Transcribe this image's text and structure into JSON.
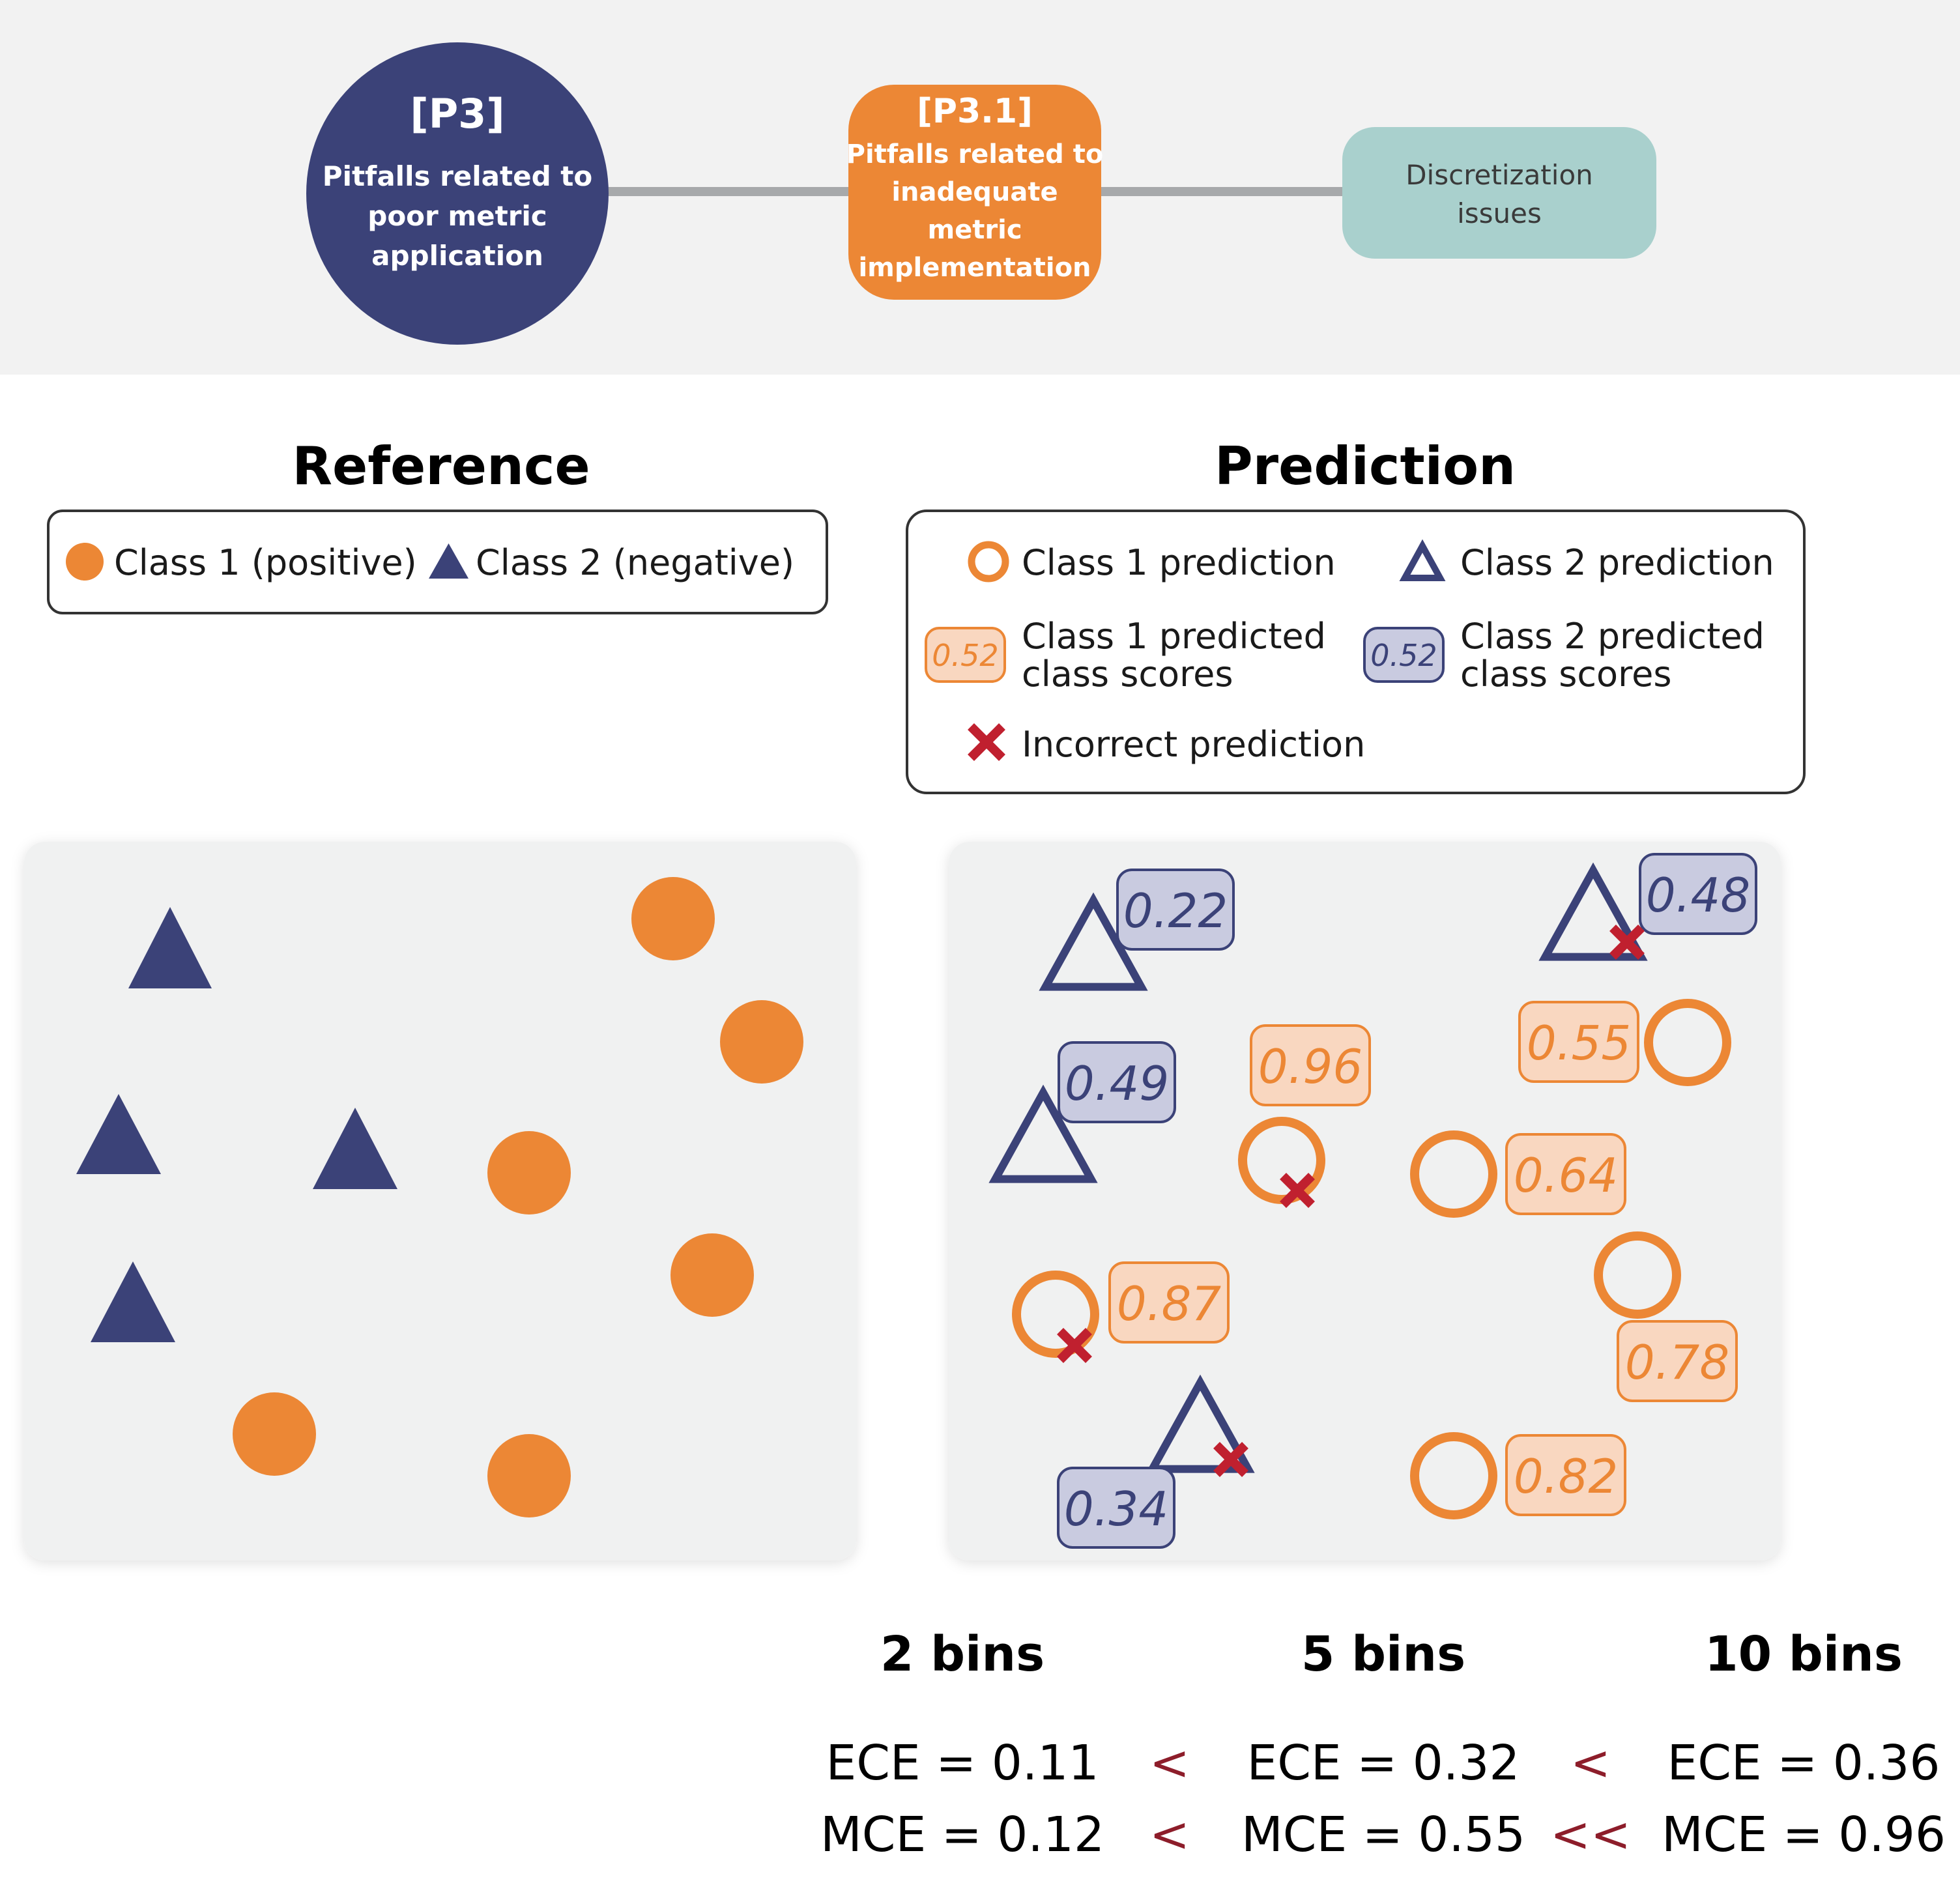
{
  "header": {
    "p3_code": "[P3]",
    "p3_lines": [
      "Pitfalls related to",
      "poor metric",
      "application"
    ],
    "p31_code": "[P3.1]",
    "p31_lines": [
      "Pitfalls related to",
      "inadequate",
      "metric",
      "implementation"
    ],
    "disc_lines": [
      "Discretization",
      "issues"
    ]
  },
  "reference": {
    "title": "Reference",
    "legend": {
      "class1": "Class 1 (positive)",
      "class2": "Class 2  (negative)"
    }
  },
  "prediction": {
    "title": "Prediction",
    "legend": {
      "class1_pred": "Class 1 prediction",
      "class2_pred": "Class 2  prediction",
      "class1_scores": [
        "Class 1 predicted",
        "class scores"
      ],
      "class2_scores": [
        "Class 2 predicted",
        "class scores"
      ],
      "sample_score": "0.52",
      "incorrect": "Incorrect prediction"
    },
    "items": [
      {
        "cls": 2,
        "score": "0.22",
        "wrong": false
      },
      {
        "cls": 2,
        "score": "0.48",
        "wrong": true
      },
      {
        "cls": 2,
        "score": "0.49",
        "wrong": false
      },
      {
        "cls": 1,
        "score": "0.96",
        "wrong": true
      },
      {
        "cls": 1,
        "score": "0.55",
        "wrong": false
      },
      {
        "cls": 1,
        "score": "0.64",
        "wrong": false
      },
      {
        "cls": 1,
        "score": "0.87",
        "wrong": true
      },
      {
        "cls": 1,
        "score": "0.78",
        "wrong": false
      },
      {
        "cls": 2,
        "score": "0.34",
        "wrong": true
      },
      {
        "cls": 1,
        "score": "0.82",
        "wrong": false
      }
    ]
  },
  "bins": [
    {
      "label": "2 bins",
      "ece": "ECE = 0.11",
      "mce": "MCE = 0.12"
    },
    {
      "label": "5 bins",
      "ece": "ECE = 0.32",
      "mce": "MCE = 0.55"
    },
    {
      "label": "10 bins",
      "ece": "ECE = 0.36",
      "mce": "MCE = 0.96"
    }
  ],
  "comparators": {
    "ece": [
      "<",
      "<"
    ],
    "mce": [
      "<",
      "<<"
    ]
  },
  "colors": {
    "navy": "#3b4278",
    "orange": "#ec8735",
    "teal": "#a9d0cd",
    "red": "#c0202f",
    "header_bg": "#f2f2f2",
    "panel_bg": "#f0f1f1",
    "orange_fill": "#f9d7c0",
    "navy_fill": "#c9cbe0"
  }
}
